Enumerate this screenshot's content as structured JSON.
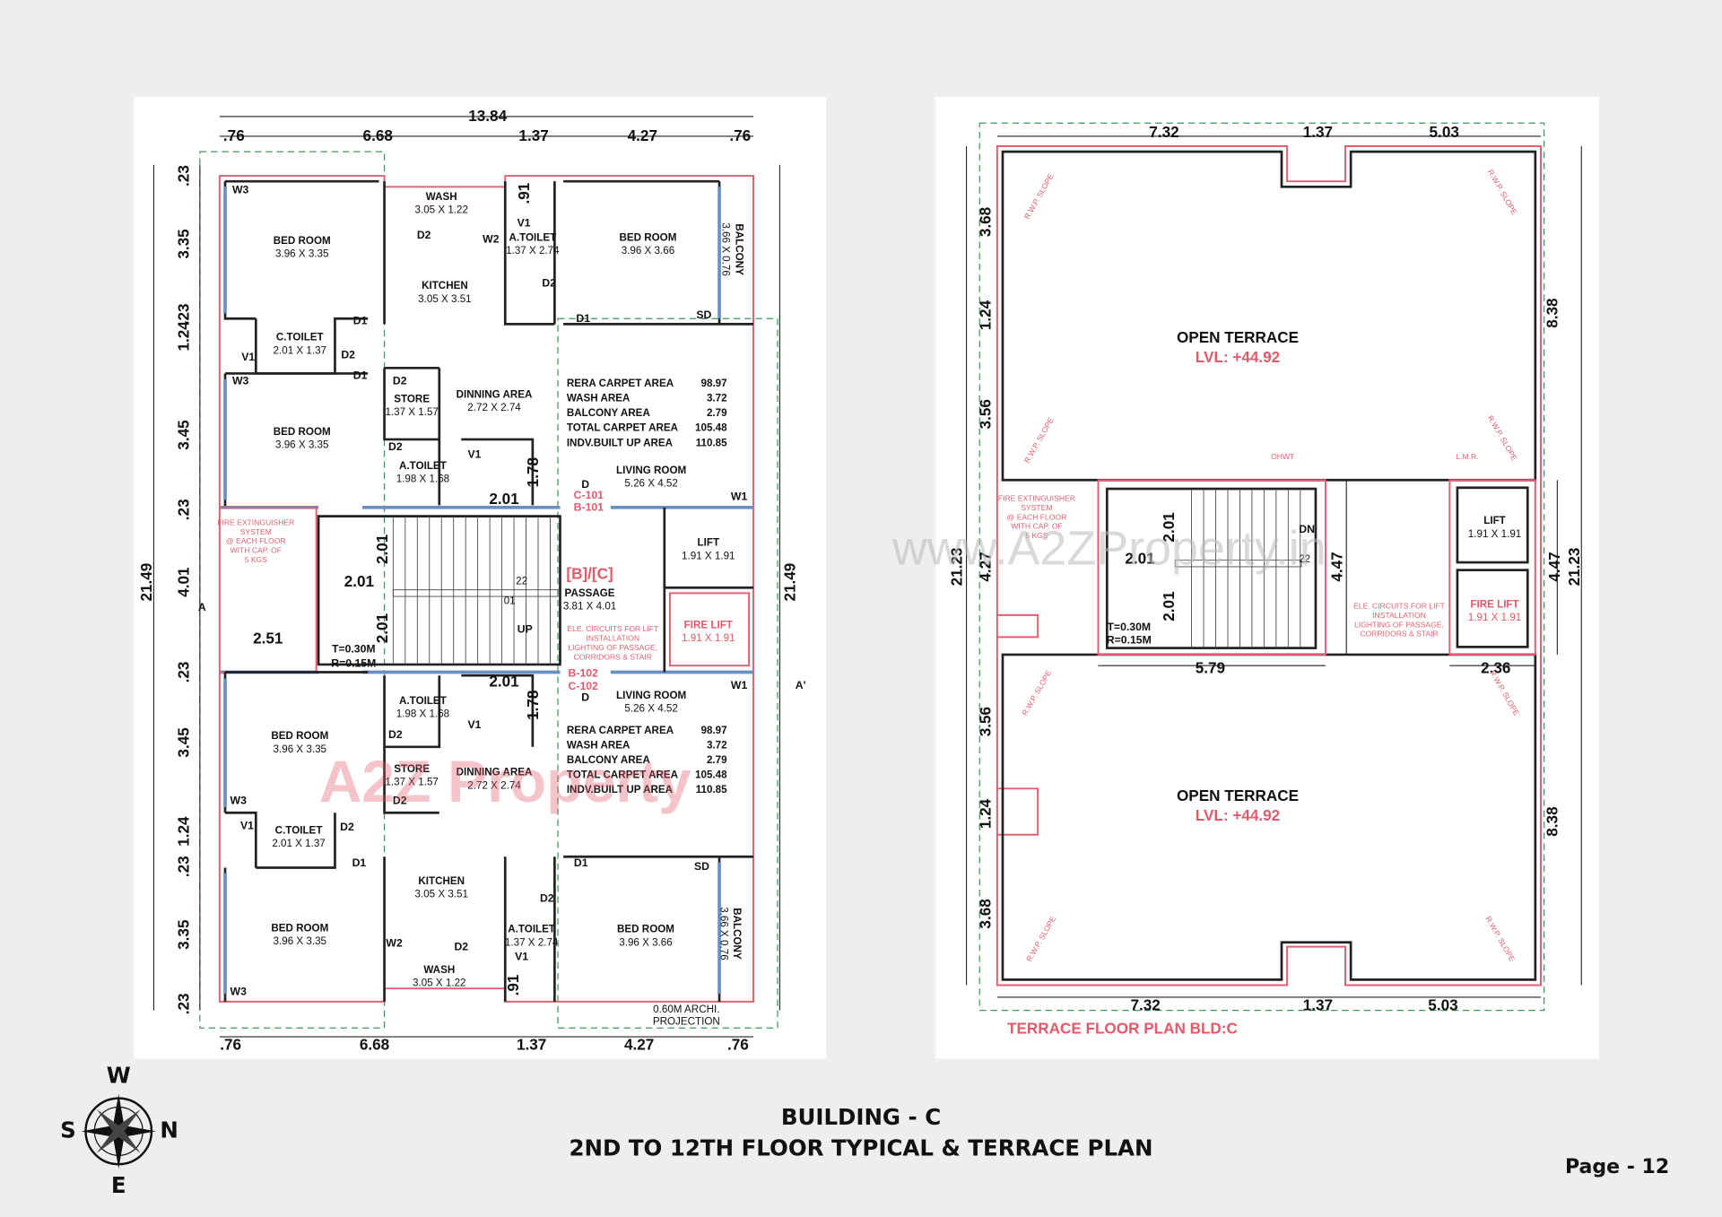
{
  "page": {
    "title_line1": "BUILDING - C",
    "title_line2": "2ND TO 12TH FLOOR TYPICAL & TERRACE PLAN",
    "page_number": "Page - 12",
    "watermark_url": "www.A2ZProperty.in",
    "watermark_logo": "A2Z Property"
  },
  "compass": {
    "north": "N",
    "south": "S",
    "east": "E",
    "west": "W",
    "icon": "compass-rose-icon"
  },
  "colors": {
    "wall": "#222222",
    "red_outline": "#e06070",
    "window_blue": "#6a8fc0",
    "dashed_green": "#3a9a5a",
    "red_text": "#e05a6a"
  },
  "typical_floor": {
    "rooms": [
      {
        "name": "BED ROOM",
        "size": "3.96 X 3.35"
      },
      {
        "name": "WASH",
        "size": "3.05 X 1.22"
      },
      {
        "name": "KITCHEN",
        "size": "3.05 X 3.51"
      },
      {
        "name": "A.TOILET",
        "size": "1.37 X 2.74"
      },
      {
        "name": "BED ROOM",
        "size": "3.96 X 3.66"
      },
      {
        "name": "BALCONY",
        "size": "3.66 X 0.76"
      },
      {
        "name": "C.TOILET",
        "size": "2.01 X 1.37"
      },
      {
        "name": "BED ROOM",
        "size": "3.96 X 3.35"
      },
      {
        "name": "STORE",
        "size": "1.37 X 1.57"
      },
      {
        "name": "DINNING AREA",
        "size": "2.72 X 2.74"
      },
      {
        "name": "A.TOILET",
        "size": "1.98 X 1.68"
      },
      {
        "name": "LIVING ROOM",
        "size": "5.26 X 4.52"
      },
      {
        "name": "LIFT",
        "size": "1.91 X 1.91"
      },
      {
        "name": "PASSAGE",
        "size": "3.81 X 4.01"
      },
      {
        "name": "FIRE LIFT",
        "size": "1.91 X 1.91"
      },
      {
        "name": "A.TOILET",
        "size": "1.98 X 1.68"
      },
      {
        "name": "LIVING ROOM",
        "size": "5.26 X 4.52"
      },
      {
        "name": "BED ROOM",
        "size": "3.96 X 3.35"
      },
      {
        "name": "STORE",
        "size": "1.37 X 1.57"
      },
      {
        "name": "DINNING AREA",
        "size": "2.72 X 2.74"
      },
      {
        "name": "C.TOILET",
        "size": "2.01 X 1.37"
      },
      {
        "name": "KITCHEN",
        "size": "3.05 X 3.51"
      },
      {
        "name": "BED ROOM",
        "size": "3.96 X 3.35"
      },
      {
        "name": "A.TOILET",
        "size": "1.37 X 2.74"
      },
      {
        "name": "BED ROOM",
        "size": "3.96 X 3.66"
      },
      {
        "name": "BALCONY",
        "size": "3.66 X 0.76"
      },
      {
        "name": "WASH",
        "size": "3.05 X 1.22"
      }
    ],
    "area_table": [
      {
        "label": "RERA CARPET AREA",
        "value": "98.97"
      },
      {
        "label": "WASH AREA",
        "value": "3.72"
      },
      {
        "label": "BALCONY AREA",
        "value": "2.79"
      },
      {
        "label": "TOTAL CARPET AREA",
        "value": "105.48"
      },
      {
        "label": "INDV.BUILT UP AREA",
        "value": "110.85"
      }
    ],
    "wing_label": "[B]/[C]",
    "flat_numbers": [
      "C-101",
      "B-101",
      "B-102",
      "C-102"
    ],
    "dims_top": [
      "13.84",
      ".76",
      "6.68",
      "1.37",
      "4.27",
      ".76"
    ],
    "dims_bottom": [
      ".76",
      "6.68",
      "1.37",
      "4.27",
      ".76"
    ],
    "dims_left": [
      ".23",
      "3.35",
      ".23",
      "1.24",
      "3.45",
      ".23",
      "4.01",
      ".23",
      "3.45",
      "1.24",
      ".23",
      "3.35",
      ".23"
    ],
    "dim_overall": "21.49",
    "dims_inner": [
      "2.01",
      "2.01",
      "2.01",
      "2.01",
      "2.01",
      "1.78",
      "1.78",
      "2.51",
      ".91",
      ".91"
    ],
    "stair": {
      "tread": "T=0.30M",
      "riser": "R=0.15M",
      "up": "UP",
      "step_top": "22",
      "step_bottom": "01"
    },
    "openings": {
      "w3": "W3",
      "w2": "W2",
      "w1": "W1",
      "d1": "D1",
      "d2": "D2",
      "v1": "V1",
      "sd": "SD",
      "d": "D"
    },
    "section_marks": [
      "A",
      "A'"
    ],
    "fire_note": [
      "FIRE EXTINGUISHER",
      "SYSTEM",
      "@ EACH FLOOR",
      "WITH CAP. OF",
      "5 KGS"
    ],
    "elec_note": [
      "ELE. CIRCUITS FOR LIFT",
      "INSTALLATION",
      "LIGHTING OF PASSAGE,",
      "CORRIDORS & STAIR"
    ],
    "projection_note": [
      "0.60M ARCHI.",
      "PROJECTION"
    ]
  },
  "terrace": {
    "title": "TERRACE FLOOR PLAN BLD:C",
    "open_terrace": "OPEN TERRACE",
    "level": "LVL: +44.92",
    "dims_top": [
      "7.32",
      "1.37",
      "5.03"
    ],
    "dims_bottom": [
      "7.32",
      "1.37",
      "5.03"
    ],
    "dims_left": [
      "3.68",
      "1.24",
      "3.56",
      "4.27",
      "3.56",
      "1.24",
      "3.68"
    ],
    "dims_right": [
      "8.38",
      "4.47",
      "8.38"
    ],
    "dim_overall": "21.23",
    "dims_inner": [
      "2.01",
      "2.01",
      "2.01",
      "4.47",
      "5.79",
      "2.36"
    ],
    "rwp": "R.W.P. SLOPE",
    "ohwt": "OHWT",
    "lmr": "L.M.R.",
    "lift": {
      "name": "LIFT",
      "size": "1.91 X 1.91"
    },
    "fire_lift": {
      "name": "FIRE LIFT",
      "size": "1.91 X 1.91"
    },
    "stair": {
      "tread": "T=0.30M",
      "riser": "R=0.15M",
      "dn": "DN",
      "step": "22"
    }
  }
}
